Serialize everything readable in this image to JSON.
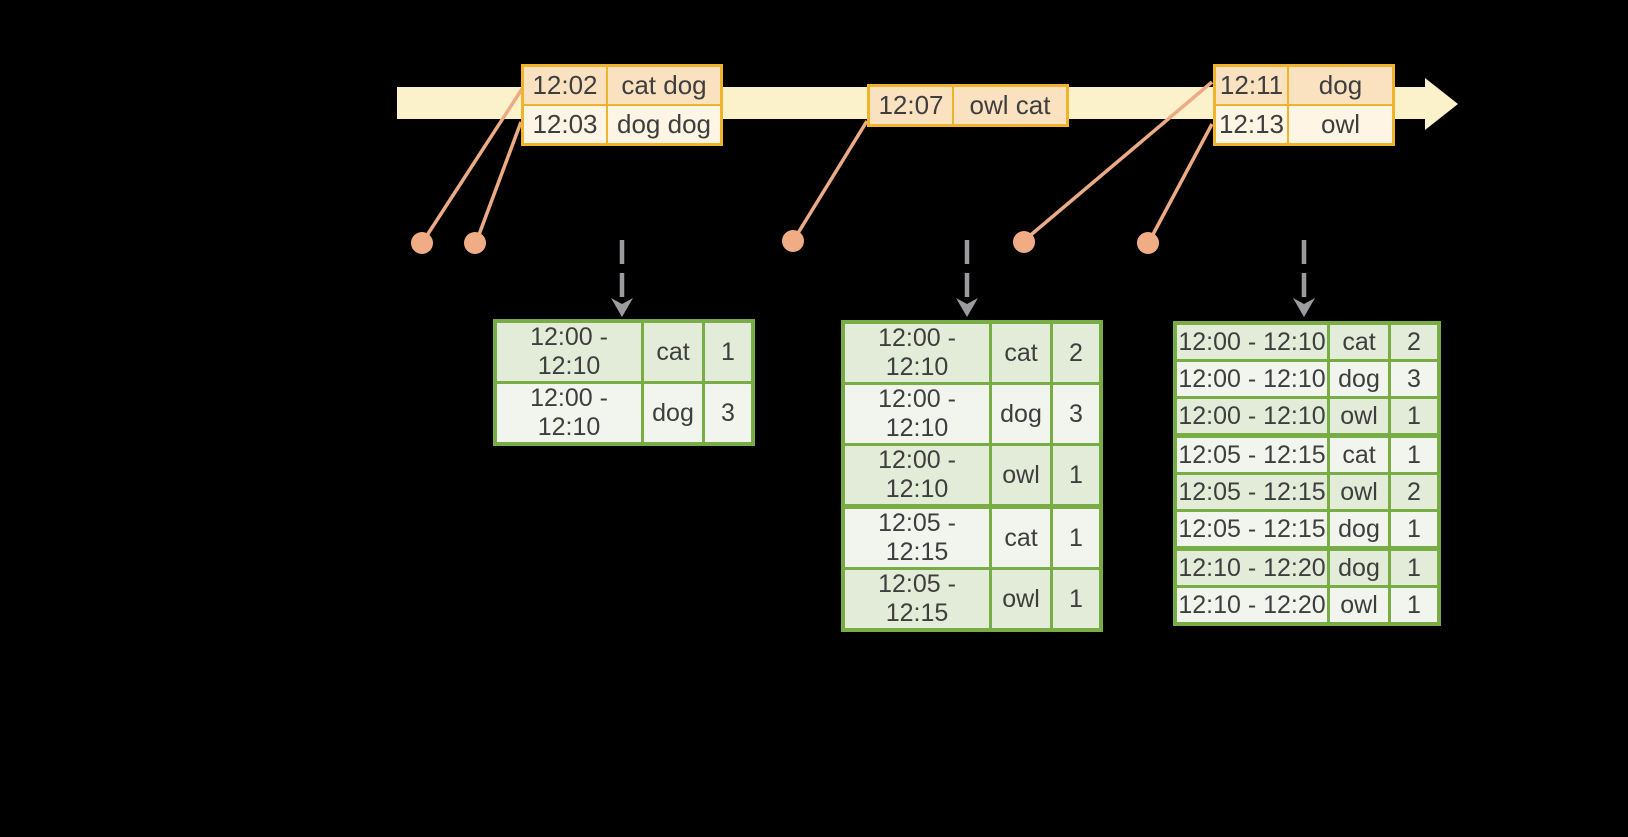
{
  "diagram": {
    "title": "windowed-word-count-stream-diagram",
    "event_tables": [
      {
        "name": "input-events-1",
        "rows": [
          {
            "time": "12:02",
            "words": "cat dog"
          },
          {
            "time": "12:03",
            "words": "dog dog"
          }
        ]
      },
      {
        "name": "input-events-2",
        "rows": [
          {
            "time": "12:07",
            "words": "owl cat"
          }
        ]
      },
      {
        "name": "input-events-3",
        "rows": [
          {
            "time": "12:11",
            "words": "dog"
          },
          {
            "time": "12:13",
            "words": "owl"
          }
        ]
      }
    ],
    "result_tables": [
      {
        "name": "result-table-1",
        "rows": [
          {
            "window": "12:00 - 12:10",
            "word": "cat",
            "count": "1"
          },
          {
            "window": "12:00 - 12:10",
            "word": "dog",
            "count": "3"
          }
        ]
      },
      {
        "name": "result-table-2",
        "rows": [
          {
            "window": "12:00 - 12:10",
            "word": "cat",
            "count": "2"
          },
          {
            "window": "12:00 - 12:10",
            "word": "dog",
            "count": "3"
          },
          {
            "window": "12:00 - 12:10",
            "word": "owl",
            "count": "1"
          },
          {
            "window": "12:05 - 12:15",
            "word": "cat",
            "count": "1"
          },
          {
            "window": "12:05 - 12:15",
            "word": "owl",
            "count": "1"
          }
        ]
      },
      {
        "name": "result-table-3",
        "rows": [
          {
            "window": "12:00 - 12:10",
            "word": "cat",
            "count": "2"
          },
          {
            "window": "12:00 - 12:10",
            "word": "dog",
            "count": "3"
          },
          {
            "window": "12:00 - 12:10",
            "word": "owl",
            "count": "1"
          },
          {
            "window": "12:05 - 12:15",
            "word": "cat",
            "count": "1"
          },
          {
            "window": "12:05 - 12:15",
            "word": "owl",
            "count": "2"
          },
          {
            "window": "12:05 - 12:15",
            "word": "dog",
            "count": "1"
          },
          {
            "window": "12:10 - 12:20",
            "word": "dog",
            "count": "1"
          },
          {
            "window": "12:10 - 12:20",
            "word": "owl",
            "count": "1"
          }
        ]
      }
    ],
    "colors": {
      "background": "#000000",
      "timeline-band": "#FBF1CB",
      "event-border": "#F0B32C",
      "event-row-odd": "#FAE2C1",
      "event-row-even": "#FEF5E4",
      "connector": "#ECAB84",
      "dot": "#F0AD85",
      "arrow-gray": "#9A9C9E",
      "result-border": "#78AC44",
      "result-row-odd": "#E3ECD8",
      "result-row-even": "#F2F5EE",
      "text": "#3E3E3E"
    }
  }
}
